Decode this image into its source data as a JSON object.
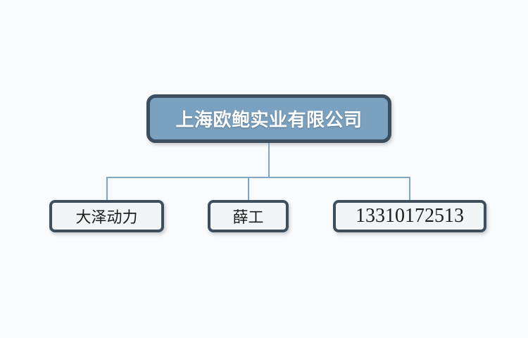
{
  "diagram": {
    "type": "org-chart",
    "root": {
      "label": "上海欧鲍实业有限公司"
    },
    "children": [
      {
        "label": "大泽动力"
      },
      {
        "label": "薛工"
      },
      {
        "label": "13310172513"
      }
    ]
  },
  "colors": {
    "background": "#f9fafb",
    "node_border": "#3d4e5f",
    "root_fill": "#7ba1c1",
    "root_text": "#ffffff",
    "child_fill": "#f1f5f6",
    "child_text": "#1c1c1c",
    "connector": "#7fa6c3"
  }
}
